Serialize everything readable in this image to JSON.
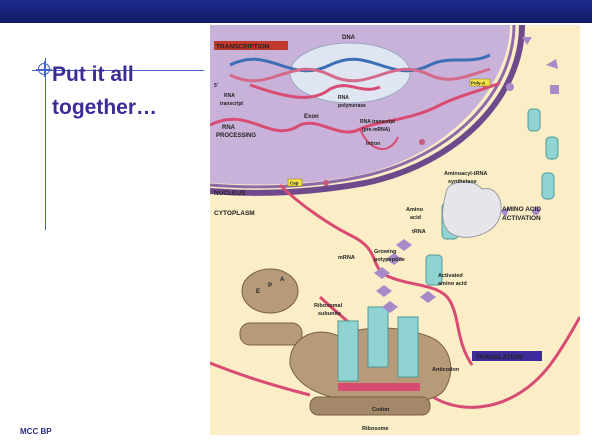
{
  "slide": {
    "title_lines": [
      "Put it all",
      "together…"
    ],
    "footer": "MCC BP"
  },
  "figure": {
    "labels": {
      "transcription": "TRANSCRIPTION",
      "dna": "DNA",
      "rna_transcript_1": "RNA",
      "rna_transcript_2": "transcript",
      "rna_polymerase_1": "RNA",
      "rna_polymerase_2": "polymerase",
      "rna_processing_1": "RNA",
      "rna_processing_2": "PROCESSING",
      "exon": "Exon",
      "rna_pre_1": "RNA transcript",
      "rna_pre_2": "(pre-mRNA)",
      "intron": "Intron",
      "nucleus": "NUCLEUS",
      "cytoplasm": "CYTOPLASM",
      "cap": "Cap",
      "poly_a": "Poly-A",
      "aminoacyl_1": "Aminoacyl-tRNA",
      "aminoacyl_2": "synthetase",
      "amino_acid_1": "Amino",
      "amino_acid_2": "acid",
      "trna": "tRNA",
      "activation_1": "AMINO ACID",
      "activation_2": "ACTIVATION",
      "mrna": "mRNA",
      "growing_1": "Growing",
      "growing_2": "polypeptide",
      "activated_1": "Activated",
      "activated_2": "amino acid",
      "ribosomal_1": "Ribosomal",
      "ribosomal_2": "subunits",
      "e_site": "E",
      "p_site": "P",
      "a_site": "A",
      "translation": "TRANSLATION",
      "anticodon": "Anticodon",
      "codon": "Codon",
      "ribosome": "Ribosome",
      "five_prime": "5′"
    },
    "colors": {
      "background": "#fbeec6",
      "nucleus": "#c9b2d9",
      "nuclear_envelope": "#6e4a8c",
      "mrna": "#d84b73",
      "ribosome": "#b79a78",
      "trna": "#8fd3d3",
      "amino_acid": "#a78bc8"
    }
  }
}
